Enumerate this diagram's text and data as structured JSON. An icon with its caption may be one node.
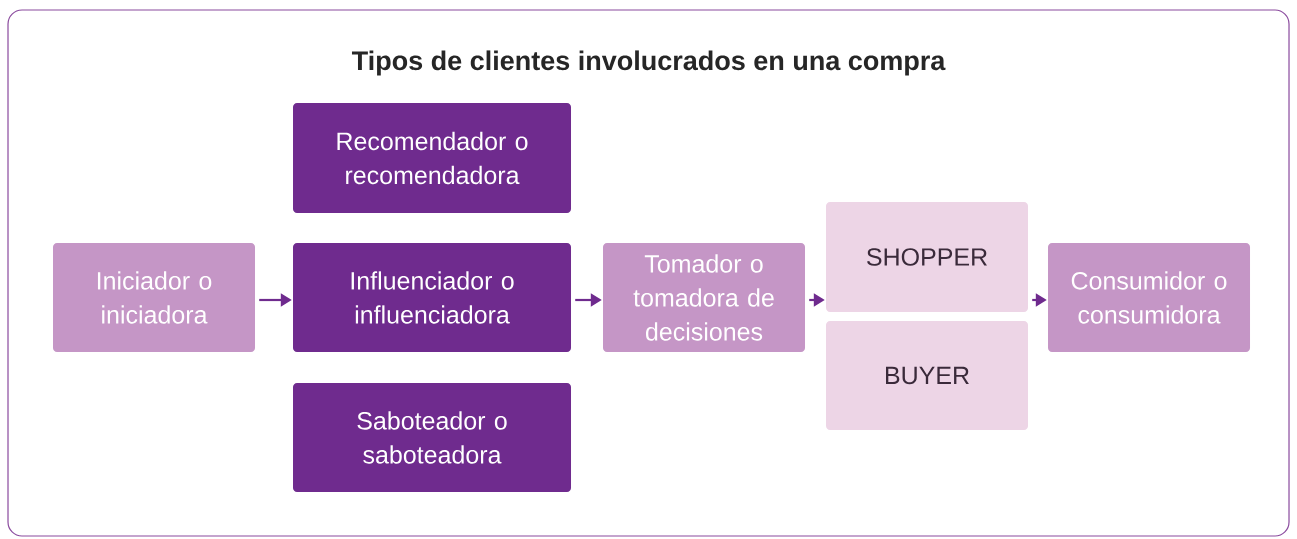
{
  "diagram": {
    "title": "Tipos de clientes involucrados en una compra",
    "nodes": [
      {
        "text": [
          "Iniciador o iniciadora"
        ]
      },
      {
        "text": [
          "Recomendador o recomendadora"
        ]
      },
      {
        "text": [
          "Influenciador o influenciadora"
        ]
      },
      {
        "text": [
          "Saboteador o saboteadora"
        ]
      },
      {
        "text": [
          "Tomador o tomadora de decisiones"
        ]
      },
      {
        "text": [
          "SHOPPER"
        ]
      },
      {
        "text": [
          "BUYER"
        ]
      },
      {
        "text": [
          "Consumidor o consumidora"
        ]
      }
    ],
    "edges": [
      {
        "from": 0,
        "to": 2,
        "arrow": "to"
      },
      {
        "from": 2,
        "to": 4,
        "arrow": "to"
      },
      {
        "from": 4,
        "to": 5,
        "arrow": "to"
      },
      {
        "from": 5,
        "to": 7,
        "arrow": "to"
      }
    ]
  }
}
